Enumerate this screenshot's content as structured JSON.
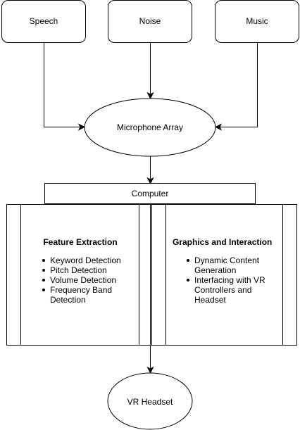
{
  "sources": {
    "speech": "Speech",
    "noise": "Noise",
    "music": "Music"
  },
  "microphone_array": "Microphone Array",
  "computer": "Computer",
  "feature_extraction": {
    "title": "Feature Extraction",
    "items": [
      "Keyword Detection",
      "Pitch Detection",
      "Volume Detection",
      "Frequency Band Detection"
    ]
  },
  "graphics_interaction": {
    "title": "Graphics and Interaction",
    "items": [
      "Dynamic Content Generation",
      "Interfacing with VR Controllers and Headset"
    ]
  },
  "vr_headset": "VR Headset"
}
